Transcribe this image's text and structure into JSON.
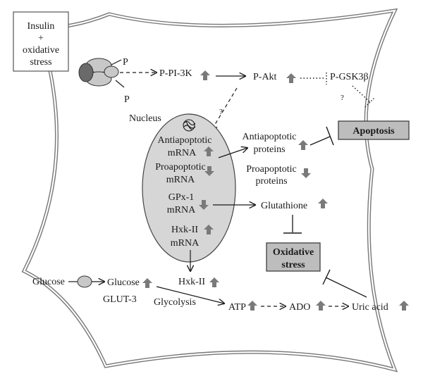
{
  "stimulus": {
    "line1": "Insulin",
    "line2": "+",
    "line3": "oxidative",
    "line4": "stress"
  },
  "receptor": {
    "p_top": "P",
    "p_bottom": "P"
  },
  "pathway": {
    "pi3k": "P-PI-3K",
    "akt": "P-Akt",
    "gsk": "P-GSK3β",
    "q1": "?",
    "q2": "?"
  },
  "nucleus": {
    "title": "Nucleus",
    "antiapoptotic_mrna": [
      "Antiapoptotic",
      "mRNA"
    ],
    "proapoptotic_mrna": [
      "Proapoptotic",
      "mRNA"
    ],
    "gpx_mrna": [
      "GPx-1",
      "mRNA"
    ],
    "hxk_mrna": [
      "Hxk-II",
      "mRNA"
    ]
  },
  "outcomes": {
    "antiapoptotic_proteins": [
      "Antiapoptotic",
      "proteins"
    ],
    "proapoptotic_proteins": [
      "Proapoptotic",
      "proteins"
    ],
    "glutathione": "Glutathione",
    "apoptosis": "Apoptosis",
    "oxidative_stress": [
      "Oxidative",
      "stress"
    ]
  },
  "metabolism": {
    "glucose_out": "Glucose",
    "glucose_in": "Glucose",
    "glut3": "GLUT-3",
    "hxk2": "Hxk-II",
    "glycolysis": "Glycolysis",
    "atp": "ATP",
    "ado": "ADO",
    "uric_acid": "Uric acid"
  },
  "colors": {
    "arrow_fill": "#7a7a7a",
    "box_fill": "#bdbdbd",
    "nucleus_fill": "#d6d6d6",
    "receptor_fill": "#c8c8c8",
    "receptor_dark": "#6a6a6a"
  },
  "icons": {
    "up": "up-arrow-icon",
    "down": "down-arrow-icon"
  }
}
